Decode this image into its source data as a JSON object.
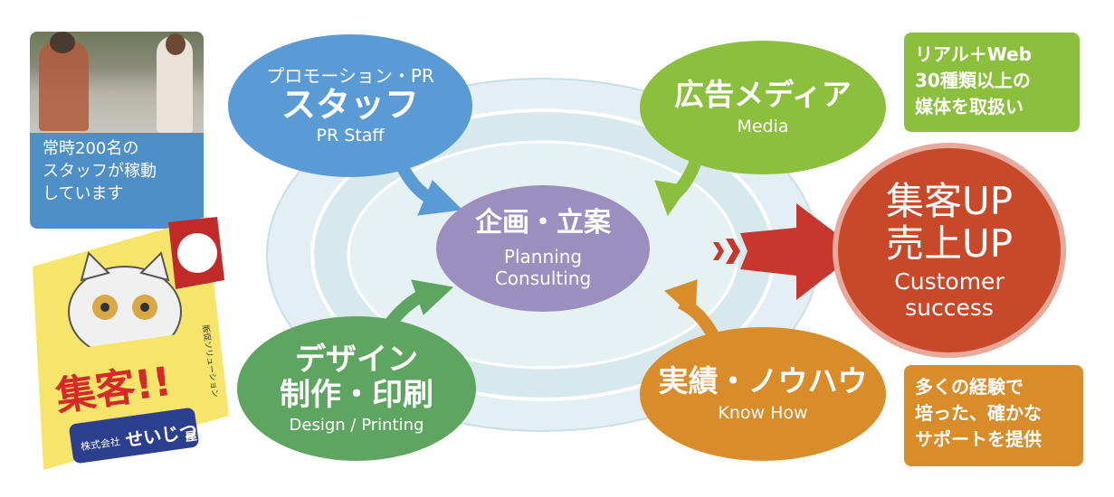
{
  "photo_caption": [
    "常時200名の",
    "スタッフが稼動",
    "しています"
  ],
  "center": {
    "title": "企画・立案",
    "sub1": "Planning",
    "sub2": "Consulting"
  },
  "pr": {
    "line1": "プロモーション・PR",
    "line2": "スタッフ",
    "en": "PR Staff"
  },
  "media": {
    "line1": "広告メディア",
    "en": "Media"
  },
  "design": {
    "line1": "デザイン",
    "line2": "制作・印刷",
    "en": "Design / Printing"
  },
  "knowhow": {
    "line1": "実績・ノウハウ",
    "en": "Know How"
  },
  "result": {
    "line1": "集客UP",
    "line2": "売上UP",
    "en1": "Customer",
    "en2": "success"
  },
  "note_media": [
    "リアル＋Web",
    "30種類以上の",
    "媒体を取扱い"
  ],
  "note_knowhow": [
    "多くの経験で",
    "培った、確かな",
    "サポートを提供"
  ],
  "mascot": {
    "sign": "集客!!",
    "company_small": "株式会社",
    "company": "せいじつ",
    "company_suffix": "屋",
    "side_text": "販促ソリューション"
  },
  "colors": {
    "pr": "#5b9bd5",
    "media": "#8dbf3e",
    "design": "#5ea561",
    "knowhow": "#d98c2a",
    "center": "#9b8fbf",
    "result": "#c8482a",
    "arrow": "#c8372e",
    "ring": "#d6e8ec"
  }
}
